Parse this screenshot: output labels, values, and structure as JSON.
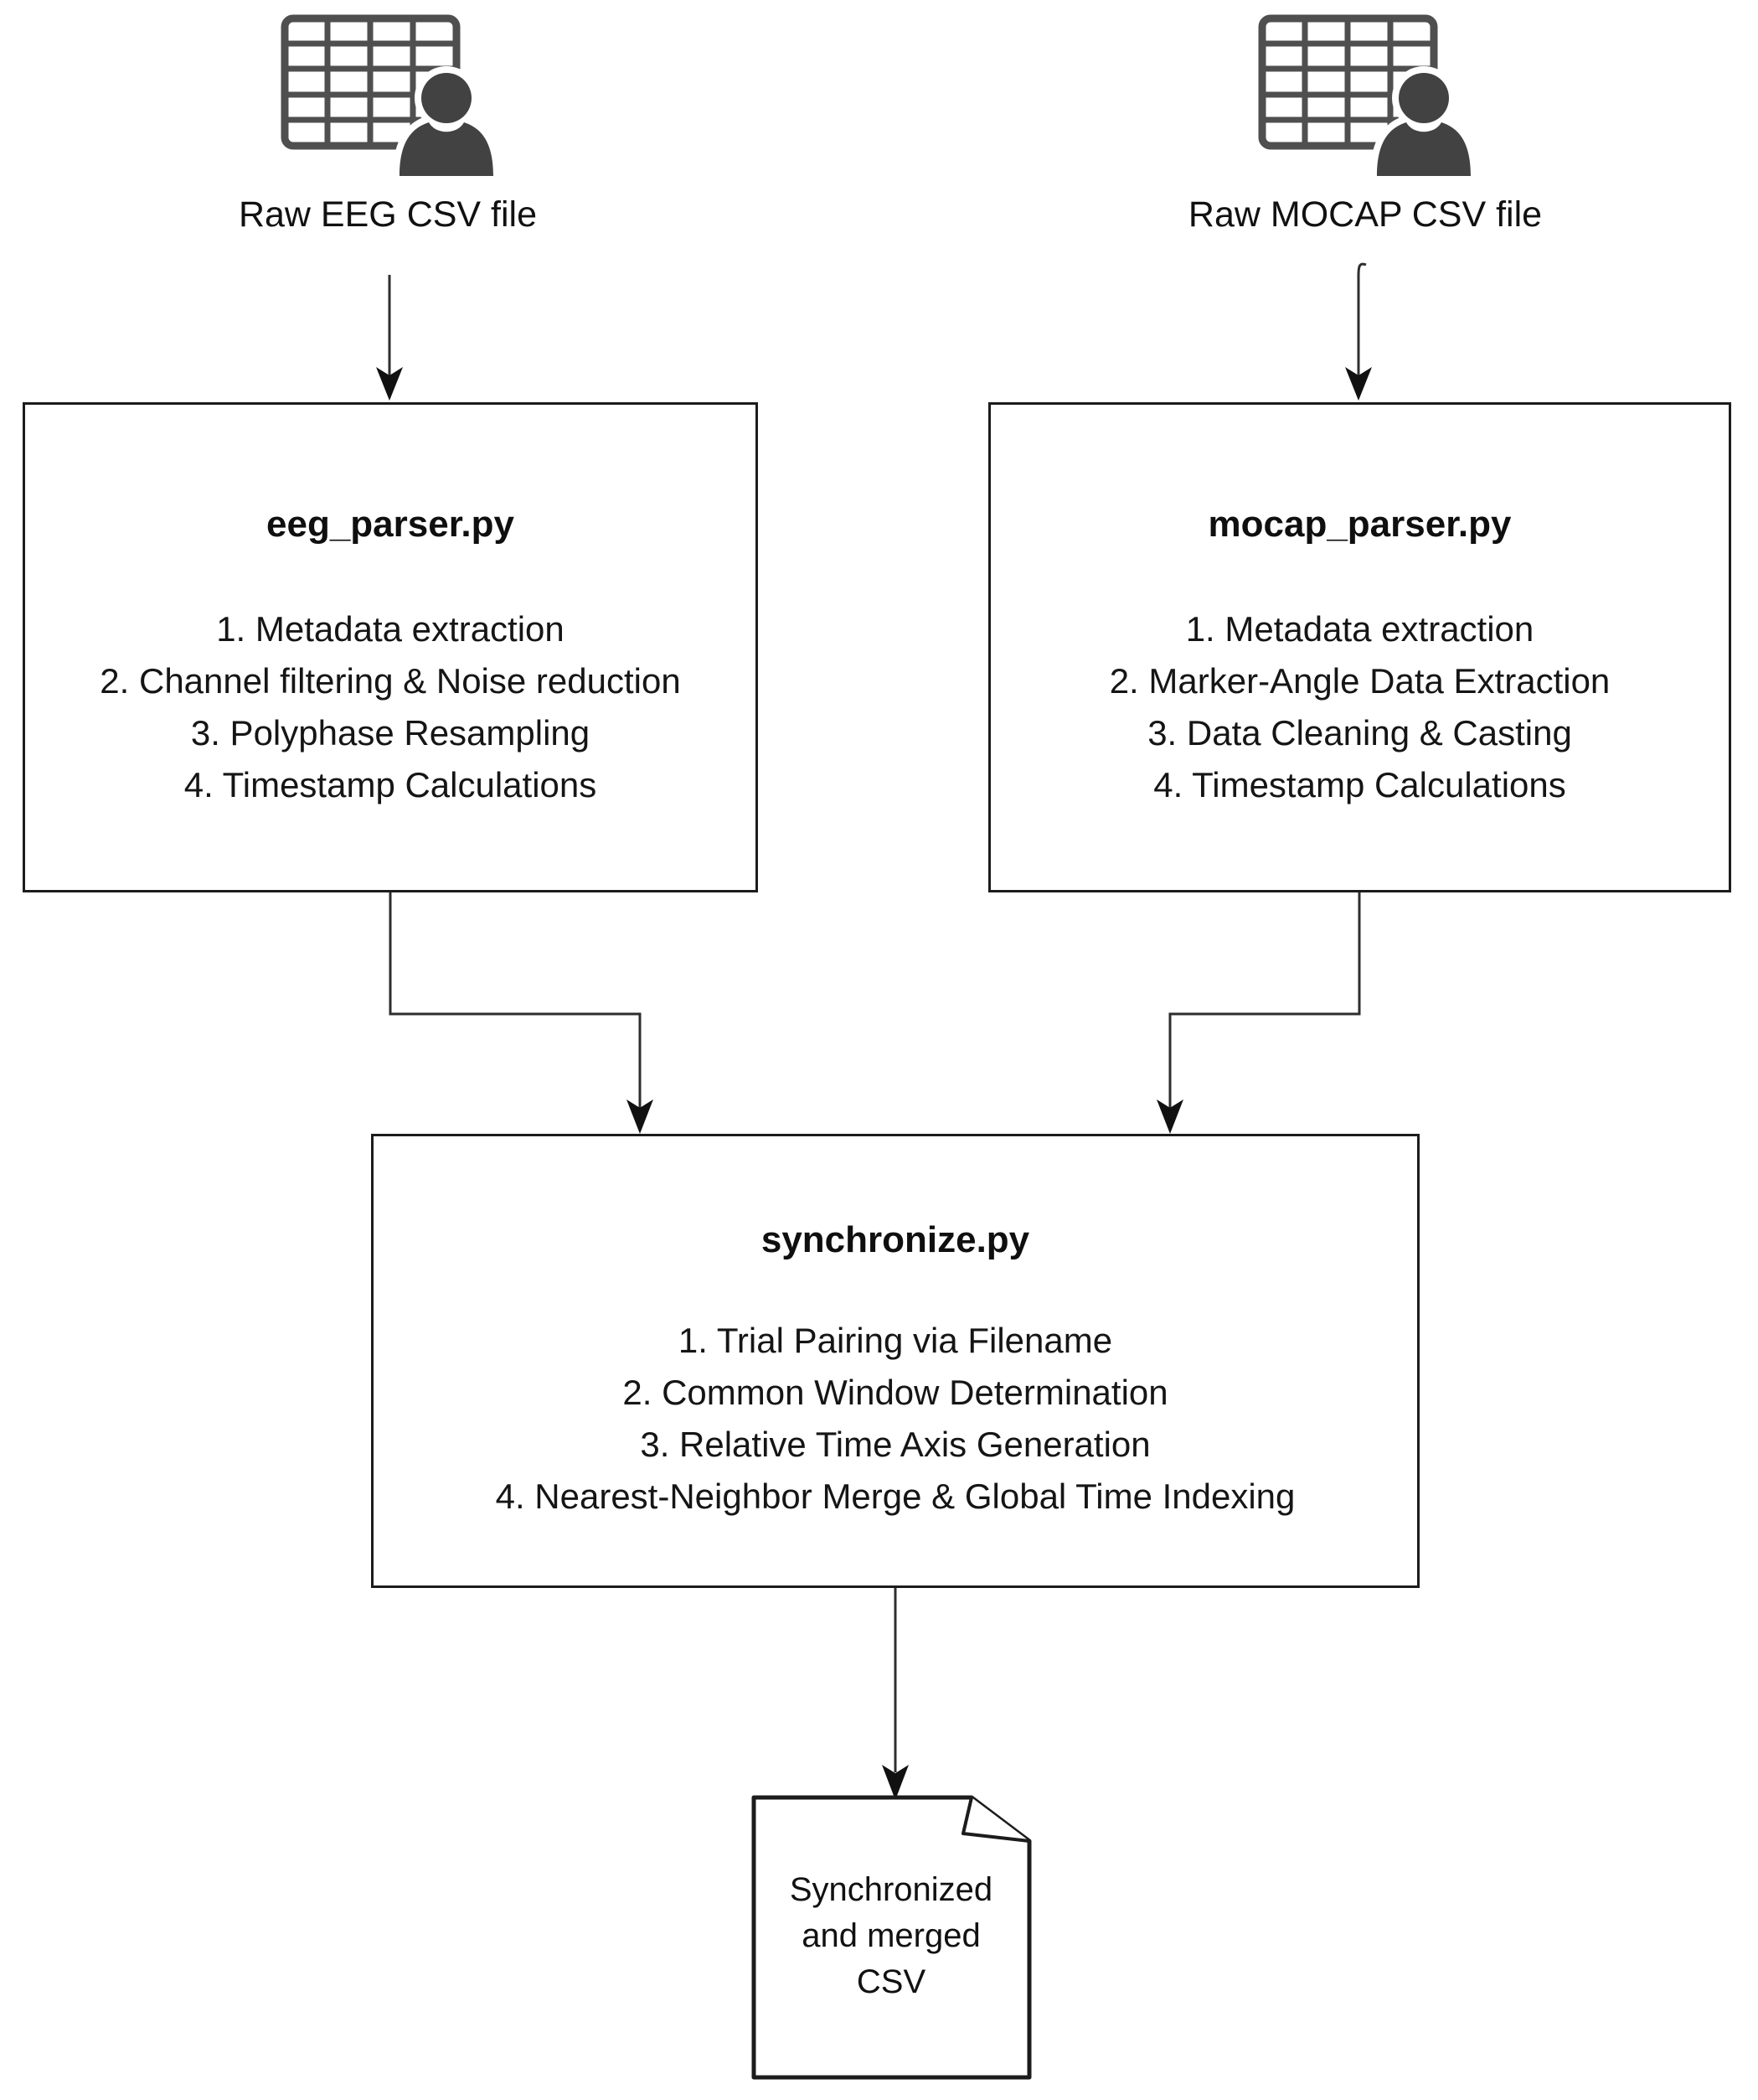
{
  "diagram": {
    "title_hint": "EEG + MOCAP CSV synchronization pipeline flowchart",
    "sources": [
      {
        "label": "Raw EEG CSV file",
        "icon": "spreadsheet-user-icon"
      },
      {
        "label": "Raw MOCAP CSV file",
        "icon": "spreadsheet-user-icon"
      }
    ],
    "boxes": [
      {
        "title": "eeg_parser.py",
        "steps": [
          "1. Metadata extraction",
          "2. Channel filtering & Noise reduction",
          "3. Polyphase Resampling",
          "4. Timestamp Calculations"
        ]
      },
      {
        "title": "mocap_parser.py",
        "steps": [
          "1. Metadata extraction",
          "2. Marker-Angle Data Extraction",
          "3. Data Cleaning & Casting",
          "4. Timestamp Calculations"
        ]
      },
      {
        "title": "synchronize.py",
        "steps": [
          "1. Trial Pairing via Filename",
          "2. Common Window Determination",
          "3. Relative Time Axis Generation",
          "4. Nearest-Neighbor Merge & Global Time Indexing"
        ]
      }
    ],
    "output": {
      "label": "Synchronized and merged CSV",
      "icon": "document-icon"
    },
    "colors": {
      "background": "#ffffff",
      "line": "#2e2e2e",
      "border": "#1c1c1c",
      "icon_gray": "#454545",
      "text": "#0f0f0f"
    }
  }
}
